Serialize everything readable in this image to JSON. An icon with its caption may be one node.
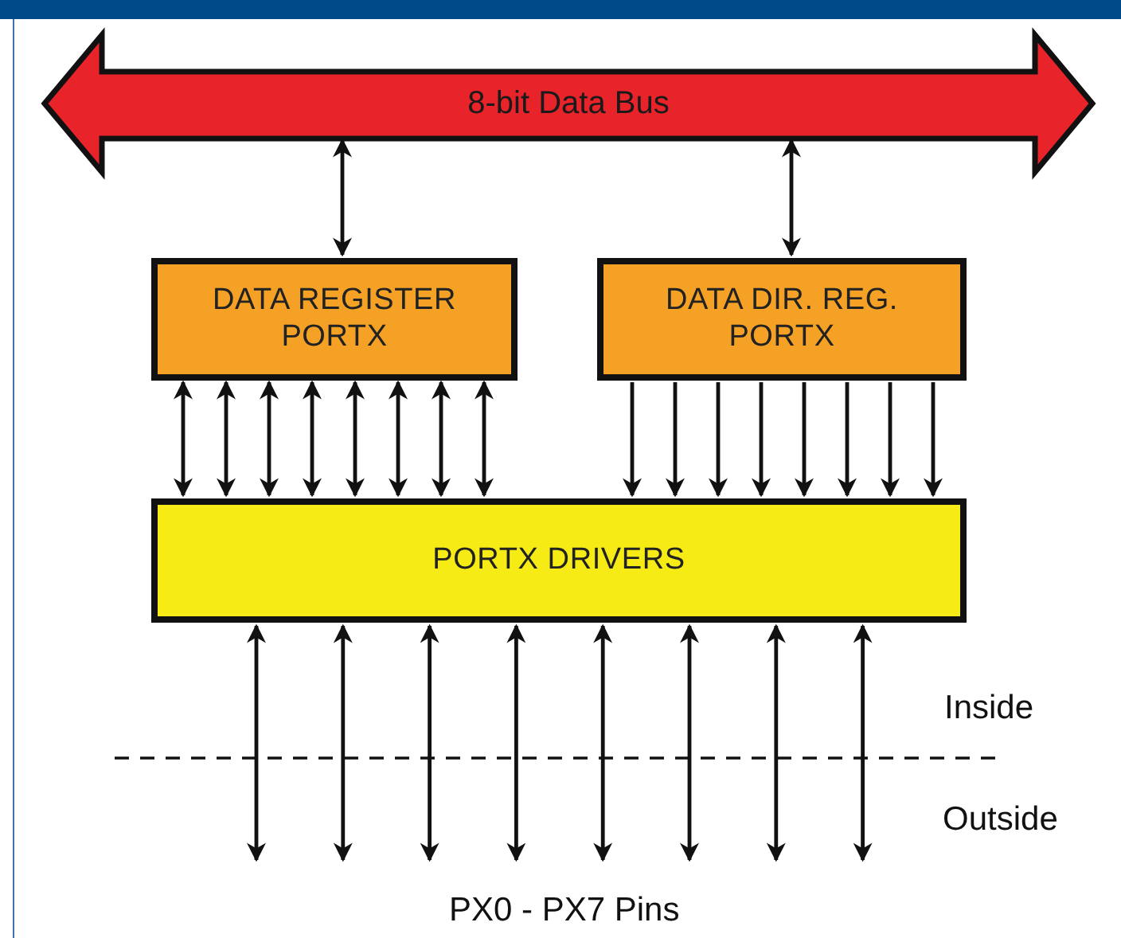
{
  "diagram": {
    "nodes": [
      {
        "text": [
          "8-bit Data Bus"
        ]
      },
      {
        "text": [
          "DATA REGISTER PORTX"
        ]
      },
      {
        "text": [
          "DATA DIR. REG. PORTX"
        ]
      },
      {
        "text": [
          "PORTX DRIVERS"
        ]
      }
    ],
    "edges": [
      {
        "from": 0,
        "to": 1,
        "arrow": "both"
      },
      {
        "from": 0,
        "to": 2,
        "arrow": "both"
      },
      {
        "from": 1,
        "to": 3,
        "arrow": "both"
      },
      {
        "from": 1,
        "to": 3,
        "arrow": "both"
      },
      {
        "from": 1,
        "to": 3,
        "arrow": "both"
      },
      {
        "from": 1,
        "to": 3,
        "arrow": "both"
      },
      {
        "from": 1,
        "to": 3,
        "arrow": "both"
      },
      {
        "from": 1,
        "to": 3,
        "arrow": "both"
      },
      {
        "from": 1,
        "to": 3,
        "arrow": "both"
      },
      {
        "from": 1,
        "to": 3,
        "arrow": "both"
      },
      {
        "from": 2,
        "to": 3,
        "arrow": "to"
      },
      {
        "from": 2,
        "to": 3,
        "arrow": "to"
      },
      {
        "from": 2,
        "to": 3,
        "arrow": "to"
      },
      {
        "from": 2,
        "to": 3,
        "arrow": "to"
      },
      {
        "from": 2,
        "to": 3,
        "arrow": "to"
      },
      {
        "from": 2,
        "to": 3,
        "arrow": "to"
      },
      {
        "from": 2,
        "to": 3,
        "arrow": "to"
      },
      {
        "from": 2,
        "to": 3,
        "arrow": "to"
      },
      {
        "from": 3,
        "to": null,
        "arrow": "both"
      },
      {
        "from": 3,
        "to": null,
        "arrow": "both"
      },
      {
        "from": 3,
        "to": null,
        "arrow": "both"
      },
      {
        "from": 3,
        "to": null,
        "arrow": "both"
      },
      {
        "from": 3,
        "to": null,
        "arrow": "both"
      },
      {
        "from": 3,
        "to": null,
        "arrow": "both"
      },
      {
        "from": 3,
        "to": null,
        "arrow": "both"
      },
      {
        "from": 3,
        "to": null,
        "arrow": "both"
      }
    ],
    "labels": [
      "Inside",
      "Outside",
      "PX0 - PX7 Pins"
    ]
  }
}
